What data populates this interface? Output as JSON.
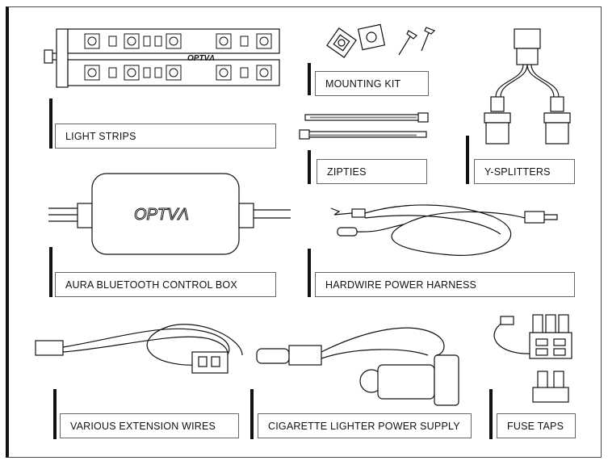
{
  "kit_items": [
    {
      "name": "LIGHT STRIPS"
    },
    {
      "name": "MOUNTING KIT"
    },
    {
      "name": "ZIPTIES"
    },
    {
      "name": "Y-SPLITTERS"
    },
    {
      "name": "AURA BLUETOOTH CONTROL BOX"
    },
    {
      "name": "HARDWIRE POWER HARNESS"
    },
    {
      "name": "VARIOUS EXTENSION WIRES"
    },
    {
      "name": "CIGARETTE LIGHTER POWER SUPPLY"
    },
    {
      "name": "FUSE TAPS"
    }
  ],
  "brand": {
    "logo_text": "OPTVΛ",
    "strip_logo_text": "OPTVΛ"
  },
  "colors": {
    "ink": "#111111",
    "outline": "#666666",
    "background": "#ffffff"
  }
}
